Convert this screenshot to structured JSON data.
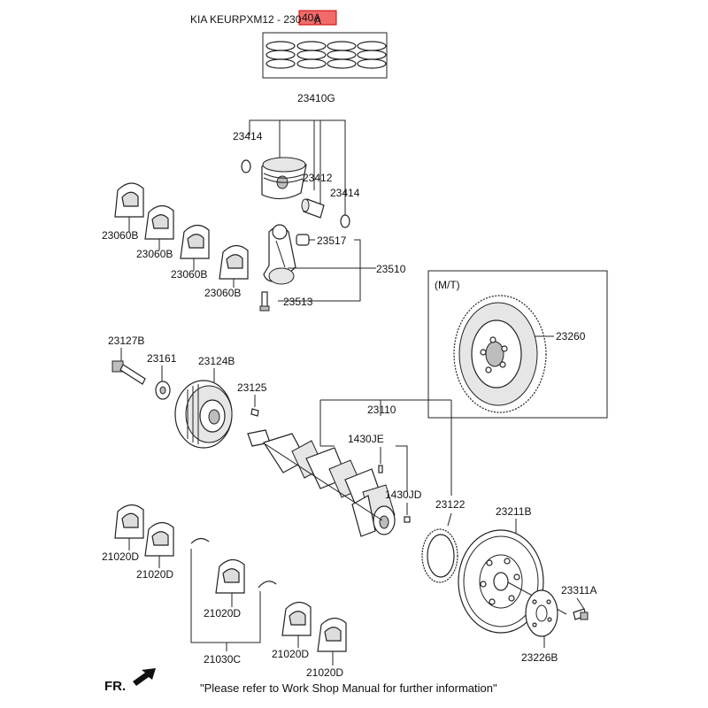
{
  "header": {
    "model": "KIA KEURPXM12 - 230",
    "highlight_code": "40A",
    "trailing_char": "A"
  },
  "labels": {
    "piston_ring": "23040A",
    "piston_assy": "23410G",
    "snap_ring_left": "23414",
    "piston_pin": "23412",
    "snap_ring_right": "23414",
    "conrod_bearing_1": "23060B",
    "conrod_bearing_2": "23060B",
    "conrod_bearing_3": "23060B",
    "conrod_bearing_4": "23060B",
    "conrod_bush": "23517",
    "conrod_assy": "23510",
    "conrod_bolt": "23513",
    "mt_note": "(M/T)",
    "flywheel": "23260",
    "damper_bolt": "23127B",
    "washer": "23161",
    "damper_pulley": "23124B",
    "key": "23125",
    "crankshaft": "23110",
    "pin_upper": "1430JE",
    "pin_lower": "1430JD",
    "ring_gear": "23122",
    "drive_plate": "23211B",
    "adapter_plate": "23226B",
    "plate_bolt": "23311A",
    "main_bearing_1": "21020D",
    "main_bearing_2": "21020D",
    "main_bearing_3": "21020D",
    "main_bearing_4": "21020D",
    "main_bearing_5": "21020D",
    "thrust_washer": "21030C"
  },
  "footer": {
    "front_indicator": "FR.",
    "note": "\"Please refer to Work Shop Manual for further information\""
  },
  "colors": {
    "highlight_fill": "#f26b6b",
    "line": "#222222"
  }
}
